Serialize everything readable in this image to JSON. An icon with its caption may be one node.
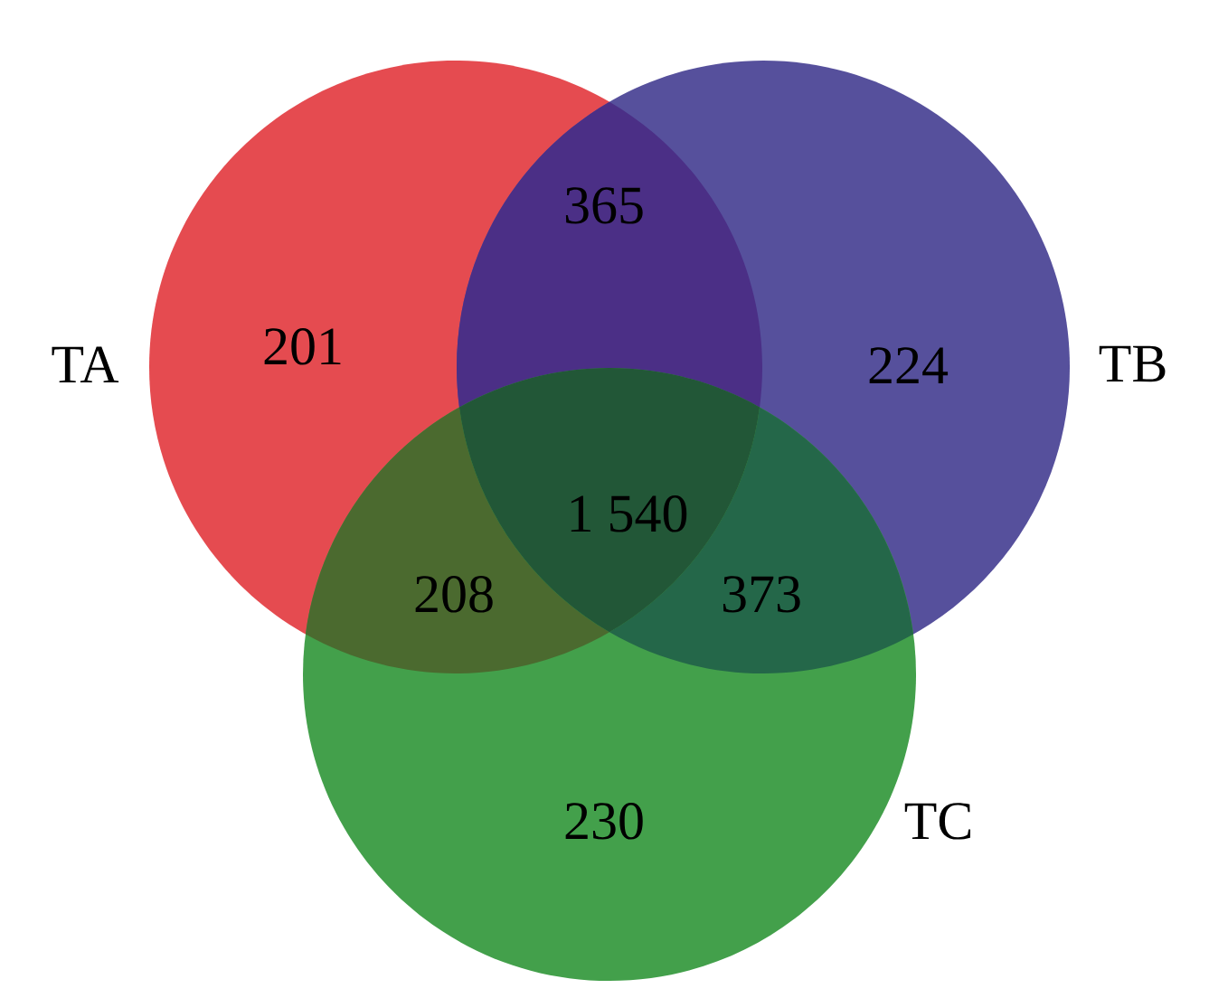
{
  "diagram": {
    "nodes": [
      {
        "text": [
          "TA"
        ]
      },
      {
        "text": [
          "TB"
        ]
      },
      {
        "text": [
          "TC"
        ]
      }
    ],
    "labels": [
      "365",
      "201",
      "224",
      "1 540",
      "208",
      "373",
      "230"
    ]
  }
}
